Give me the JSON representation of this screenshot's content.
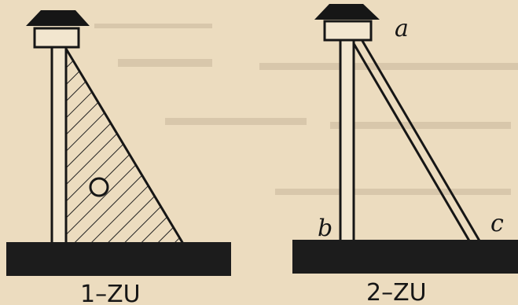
{
  "figures": [
    {
      "caption": "1–ZU",
      "inner_mark": "o"
    },
    {
      "caption": "2–ZU",
      "labels": {
        "top": "a",
        "bottom_left": "b",
        "bottom_right": "c"
      }
    }
  ],
  "colors": {
    "ink": "#161616",
    "paper": "#ecdcbf"
  }
}
